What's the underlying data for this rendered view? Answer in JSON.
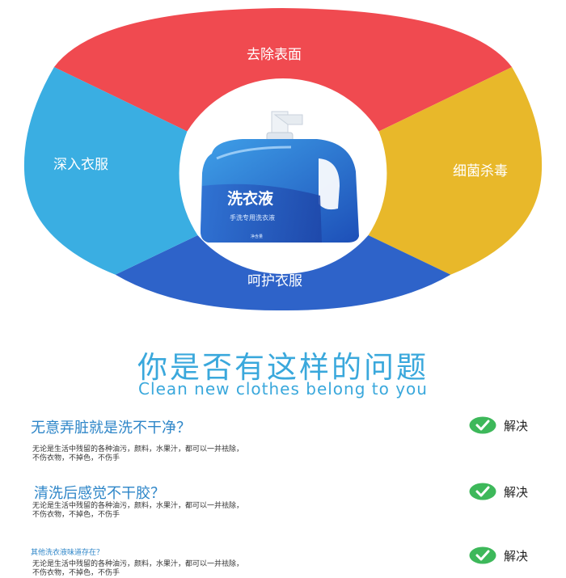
{
  "wheel": {
    "top": {
      "label": "去除表面",
      "color": "#f04a50"
    },
    "right": {
      "label": "细菌杀毒",
      "color": "#e8b82a"
    },
    "bottom": {
      "label": "呵护衣服",
      "color": "#2e63c9"
    },
    "left": {
      "label": "深入衣服",
      "color": "#3aaee2"
    }
  },
  "product": {
    "name": "洗衣液",
    "tagline": "手洗专用洗衣液",
    "volume": "净含量"
  },
  "headline": "你是否有这样的问题",
  "subheadline": "Clean new clothes belong to you",
  "faq": [
    {
      "question": "无意弄脏就是洗不干净？",
      "desc_line1": "无论是生活中残留的各种油污，颜料，水果汁，都可以一并祛除，",
      "desc_line2": "不伤衣物，不掉色，不伤手",
      "action": "解决"
    },
    {
      "question": "清洗后感觉不干胶？",
      "desc_line1": "无论是生活中残留的各种油污，颜料，水果汁，都可以一并祛除，",
      "desc_line2": "不伤衣物，不掉色，不伤手",
      "action": "解决"
    },
    {
      "question": "其他洗衣液味道存在？",
      "desc_line1": "无论是生活中残留的各种油污，颜料，水果汁，都可以一并祛除，",
      "desc_line2": "不伤衣物，不掉色，不伤手",
      "action": "解决"
    }
  ],
  "colors": {
    "accent_blue": "#3aa8dc",
    "check_green": "#3db85a"
  }
}
